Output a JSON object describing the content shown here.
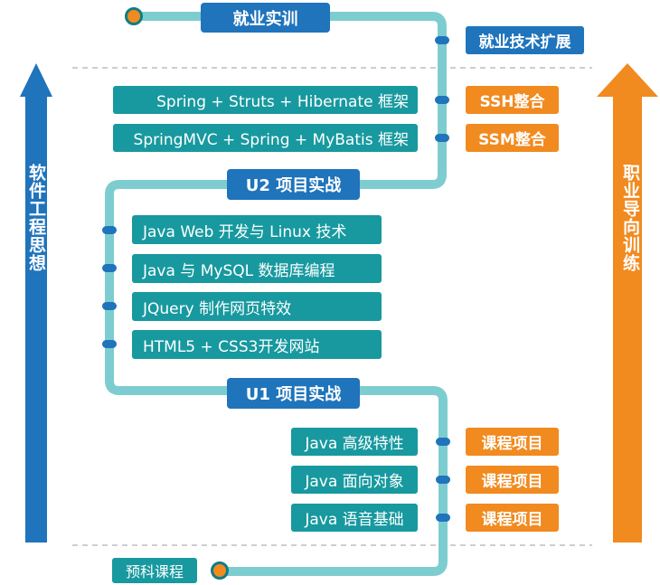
{
  "titles": {
    "top": "就业实训",
    "u2": "U2 项目实战",
    "u1": "U1 项目实战",
    "pre": "预科课程"
  },
  "employment_ext": "就业技术扩展",
  "ssh": {
    "course": "Spring + Struts + Hibernate 框架",
    "tag": "SSH整合"
  },
  "ssm": {
    "course": "SpringMVC + Spring + MyBatis 框架",
    "tag": "SSM整合"
  },
  "u2_courses": [
    "Java Web 开发与 Linux 技术",
    "Java 与 MySQL 数据库编程",
    "JQuery 制作网页特效",
    "HTML5 + CSS3开发网站"
  ],
  "u1_courses": [
    {
      "course": "Java 高级特性",
      "tag": "课程项目"
    },
    {
      "course": "Java 面向对象",
      "tag": "课程项目"
    },
    {
      "course": "Java 语音基础",
      "tag": "课程项目"
    }
  ],
  "left_arrow": "软件工程思想",
  "right_arrow": "职业导向训练",
  "colors": {
    "path": "#7dcdd0",
    "teal": "#17999f",
    "blue": "#1f74bb",
    "orange": "#f18a1f",
    "divider": "#bdbdbd"
  }
}
